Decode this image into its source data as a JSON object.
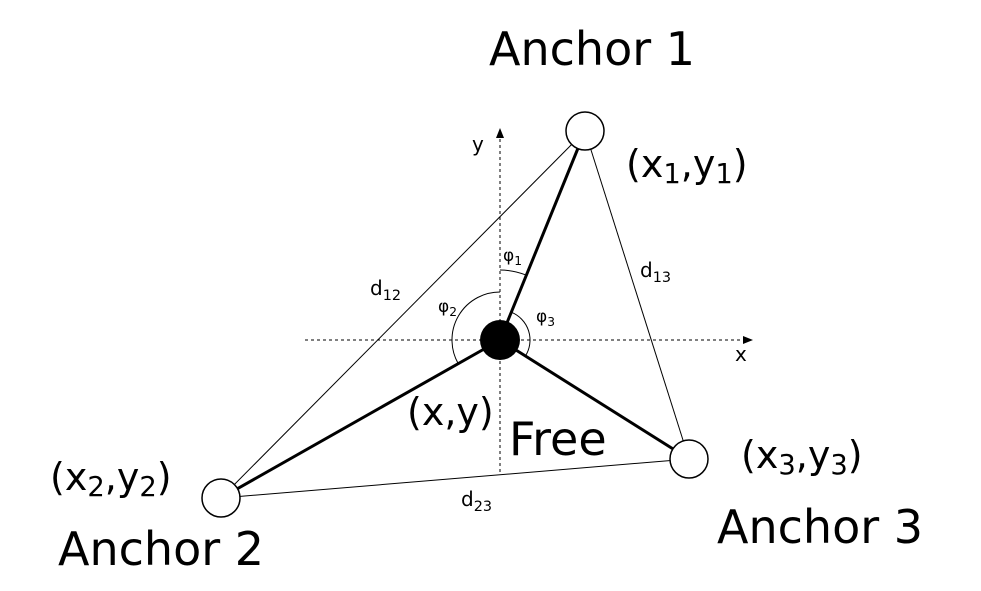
{
  "labels": {
    "anchor1": "Anchor 1",
    "anchor2": "Anchor 2",
    "anchor3": "Anchor 3",
    "free": "Free"
  },
  "coords": {
    "free": "(x,y)",
    "p1": {
      "open": "(x",
      "sub_x": "1",
      "mid": ",y",
      "sub_y": "1",
      "close": ")"
    },
    "p2": {
      "open": "(x",
      "sub_x": "2",
      "mid": ",y",
      "sub_y": "2",
      "close": ")"
    },
    "p3": {
      "open": "(x",
      "sub_x": "3",
      "mid": ",y",
      "sub_y": "3",
      "close": ")"
    }
  },
  "distances": {
    "d12": {
      "base": "d",
      "sub": "12"
    },
    "d13": {
      "base": "d",
      "sub": "13"
    },
    "d23": {
      "base": "d",
      "sub": "23"
    }
  },
  "angles": {
    "phi1": {
      "base": "φ",
      "sub": "1"
    },
    "phi2": {
      "base": "φ",
      "sub": "2"
    },
    "phi3": {
      "base": "φ",
      "sub": "3"
    }
  },
  "axes": {
    "x": "x",
    "y": "y"
  }
}
